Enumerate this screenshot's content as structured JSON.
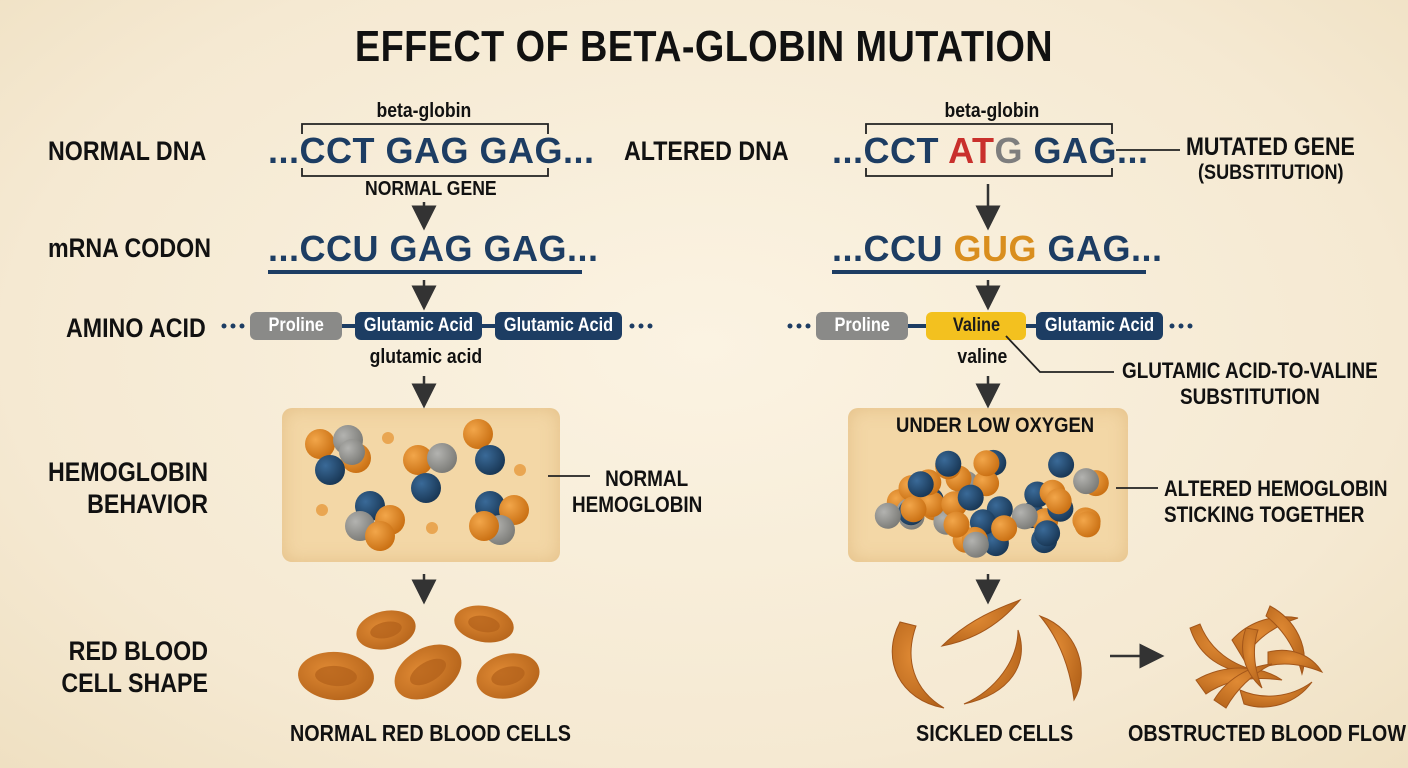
{
  "title": "EFFECT OF BETA-GLOBIN MUTATION",
  "rows": {
    "normal_dna": "NORMAL DNA",
    "altered_dna": "ALTERED DNA",
    "mrna": "mRNA CODON",
    "amino": "AMINO ACID",
    "hemo_line1": "HEMOGLOBIN",
    "hemo_line2": "BEHAVIOR",
    "rbc_line1": "RED BLOOD",
    "rbc_line2": "CELL SHAPE"
  },
  "normal": {
    "gene_label": "beta-globin",
    "dna_seq": "...CCT GAG GAG...",
    "gene_caption": "NORMAL GENE",
    "mrna_seq": "...CCU GAG GAG...",
    "amino_acids": [
      "Proline",
      "Glutamic Acid",
      "Glutamic Acid"
    ],
    "amino_caption": "glutamic acid",
    "hemo_note_1": "NORMAL",
    "hemo_note_2": "HEMOGLOBIN",
    "cells_caption": "NORMAL RED BLOOD CELLS"
  },
  "altered": {
    "gene_label": "beta-globin",
    "dna_pre": "...CCT ",
    "dna_mut1": "AT",
    "dna_mut2": "G",
    "dna_post": " GAG...",
    "mutated_1": "MUTATED GENE",
    "mutated_2": "(SUBSTITUTION)",
    "mrna_pre": "...CCU ",
    "mrna_mut": "GUG",
    "mrna_post": " GAG...",
    "amino_acids": [
      "Proline",
      "Valine",
      "Glutamic Acid"
    ],
    "amino_caption": "valine",
    "subst_1": "GLUTAMIC ACID-TO-VALINE",
    "subst_2": "SUBSTITUTION",
    "box_title": "UNDER LOW OXYGEN",
    "hemo_note_1": "ALTERED HEMOGLOBIN",
    "hemo_note_2": "STICKING TOGETHER",
    "sickled_caption": "SICKLED CELLS",
    "obstructed_caption": "OBSTRUCTED BLOOD FLOW"
  },
  "colors": {
    "navy": "#1d3d63",
    "orange": "#d98e1e",
    "mutation_red": "#c9302c",
    "valine_yellow": "#f3c11f",
    "cell_orange": "#c9711f"
  }
}
